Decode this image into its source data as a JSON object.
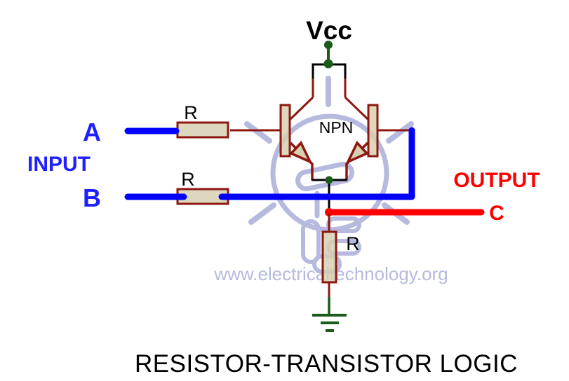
{
  "title": "RESISTOR-TRANSISTOR LOGIC",
  "watermark_text": "www.electricaltechnology.org",
  "labels": {
    "vcc": "Vcc",
    "npn": "NPN",
    "resistor_a": "R",
    "resistor_b": "R",
    "resistor_out": "R",
    "input_a": "A",
    "input_group": "INPUT",
    "input_b": "B",
    "output_group": "OUTPUT",
    "output_c": "C"
  },
  "colors": {
    "background": "#ffffff",
    "wire_blue": "#0202fa",
    "label_blue": "#2020ff",
    "wire_red": "#ff0000",
    "dark_red": "#8e1710",
    "resistor_fill": "#d6d0b2",
    "green": "#1b5c1b",
    "watermark": "#b6bade",
    "text_black": "#000000"
  }
}
